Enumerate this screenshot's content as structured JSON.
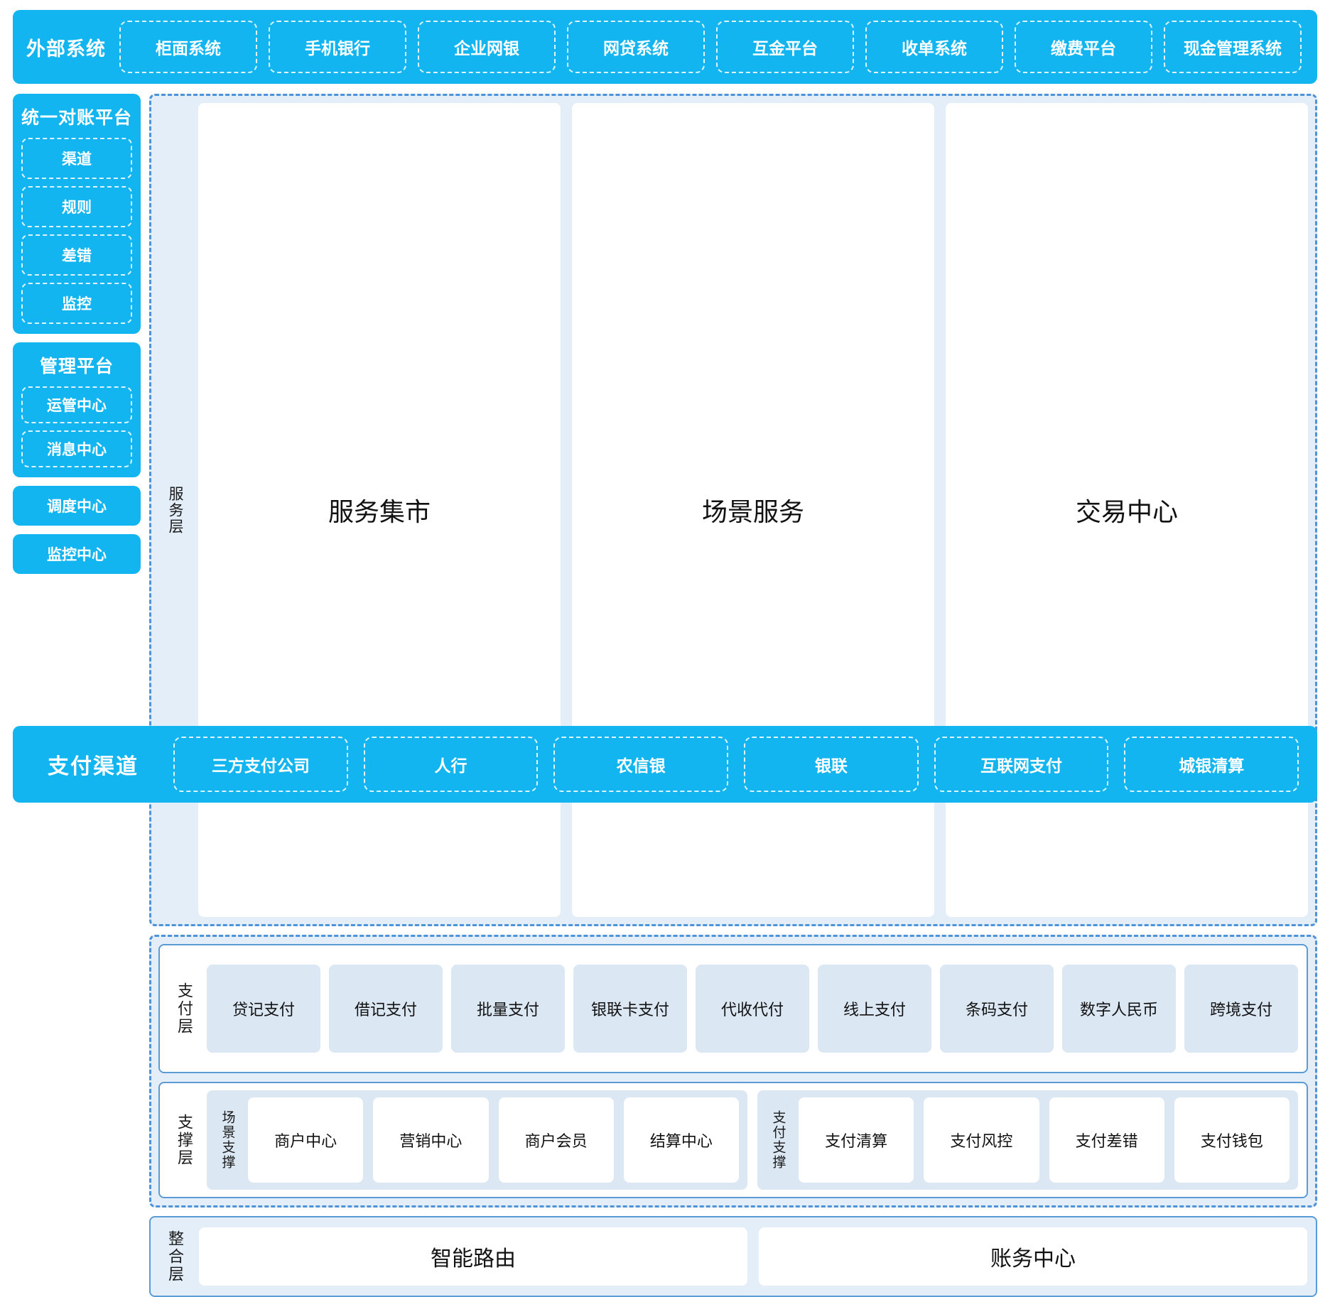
{
  "external": {
    "title": "外部系统",
    "items": [
      "柜面系统",
      "手机银行",
      "企业网银",
      "网贷系统",
      "互金平台",
      "收单系统",
      "缴费平台",
      "现金管理系统"
    ]
  },
  "rail": {
    "reconciliation": {
      "title": "统一对账平台",
      "items": [
        "渠道",
        "规则",
        "差错",
        "监控"
      ]
    },
    "management": {
      "title": "管理平台",
      "items": [
        "运管中心",
        "消息中心"
      ]
    },
    "scheduling": "调度中心",
    "monitoring": "监控中心"
  },
  "service_layer": {
    "label": "服务层",
    "items": [
      "服务集市",
      "场景服务",
      "交易中心"
    ]
  },
  "payment_layer": {
    "label": "支付层",
    "items": [
      "贷记支付",
      "借记支付",
      "批量支付",
      "银联卡支付",
      "代收代付",
      "线上支付",
      "条码支付",
      "数字人民币",
      "跨境支付"
    ]
  },
  "support_layer": {
    "label": "支撑层",
    "groups": [
      {
        "label": "场景支撑",
        "items": [
          "商户中心",
          "营销中心",
          "商户会员",
          "结算中心"
        ]
      },
      {
        "label": "支付支撑",
        "items": [
          "支付清算",
          "支付风控",
          "支付差错",
          "支付钱包"
        ]
      }
    ]
  },
  "integration_layer": {
    "label": "整合层",
    "items": [
      "智能路由",
      "账务中心"
    ]
  },
  "channels": {
    "title": "支付渠道",
    "items": [
      "三方支付公司",
      "人行",
      "农信银",
      "银联",
      "互联网支付",
      "城银清算"
    ]
  },
  "colors": {
    "cyan": "#13b5f0",
    "panel_blue": "#e4eef8",
    "chip_blue": "#dce7f4",
    "border_blue": "#5b9bd5",
    "dash_blue": "#4d93d9"
  }
}
